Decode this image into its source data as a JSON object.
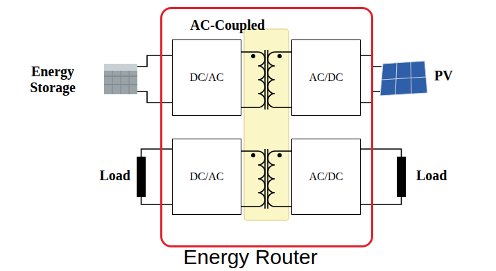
{
  "diagram": {
    "caption": "Energy Router",
    "nodes": [
      {
        "text": [
          "AC-Coupled"
        ]
      },
      {
        "text": [
          "DC/AC"
        ],
        "in": 0
      },
      {
        "text": [
          "AC/DC"
        ],
        "in": 0
      },
      {
        "text": [
          "DC/AC"
        ],
        "in": 0
      },
      {
        "text": [
          "AC/DC"
        ],
        "in": 0
      }
    ],
    "labels": [
      "Energy Storage",
      "PV",
      "Load",
      "Load"
    ]
  }
}
